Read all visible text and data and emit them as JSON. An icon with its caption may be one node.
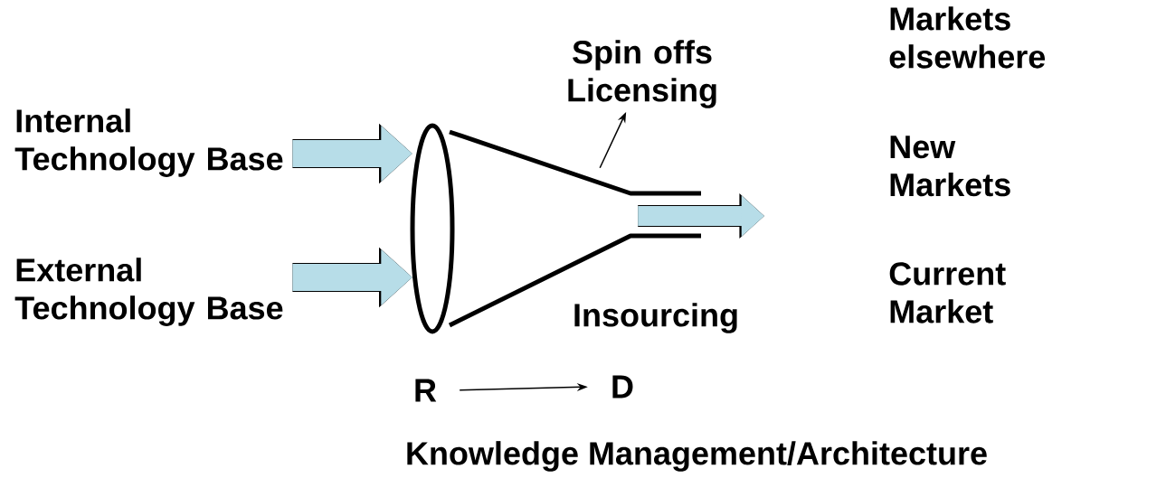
{
  "diagram": {
    "nodes": [
      {
        "text": [
          "Internal Technology Base"
        ]
      },
      {
        "text": [
          "External Technology Base"
        ]
      },
      {
        "text": [],
        "shape": "funnel"
      },
      {
        "text": [
          "Spin offs",
          "Licensing"
        ]
      },
      {
        "text": [
          "Markets elsewhere"
        ]
      },
      {
        "text": [
          "New Markets"
        ]
      },
      {
        "text": [
          "Current Market"
        ]
      },
      {
        "text": [
          "R"
        ]
      },
      {
        "text": [
          "D"
        ]
      }
    ],
    "edges": [
      {
        "from": 0,
        "to": 2,
        "arrow": "to"
      },
      {
        "from": 1,
        "to": 2,
        "arrow": "to"
      },
      {
        "from": 2,
        "to": null,
        "arrow": "to"
      },
      {
        "from": 2,
        "to": 3,
        "arrow": "to",
        "color": "#000000"
      },
      {
        "from": 7,
        "to": 8,
        "arrow": "to",
        "color": "#000000"
      }
    ],
    "labels": [
      "Insourcing",
      "Knowledge Management/Architecture"
    ]
  }
}
